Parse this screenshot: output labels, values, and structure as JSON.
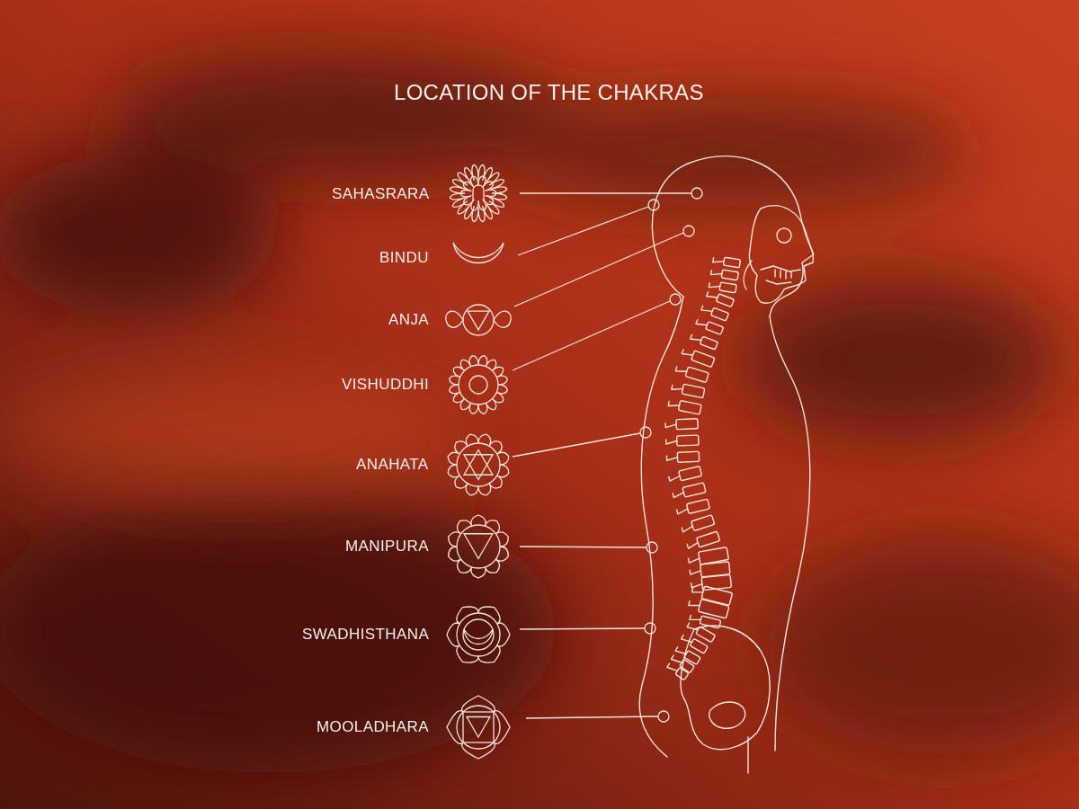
{
  "diagram": {
    "title": "LOCATION OF THE CHAKRAS",
    "labels": [
      "SAHASRARA",
      "BINDU",
      "ANJA",
      "VISHUDDHI",
      "ANAHATA",
      "MANIPURA",
      "SWADHISTHANA",
      "MOOLADHARA"
    ]
  }
}
